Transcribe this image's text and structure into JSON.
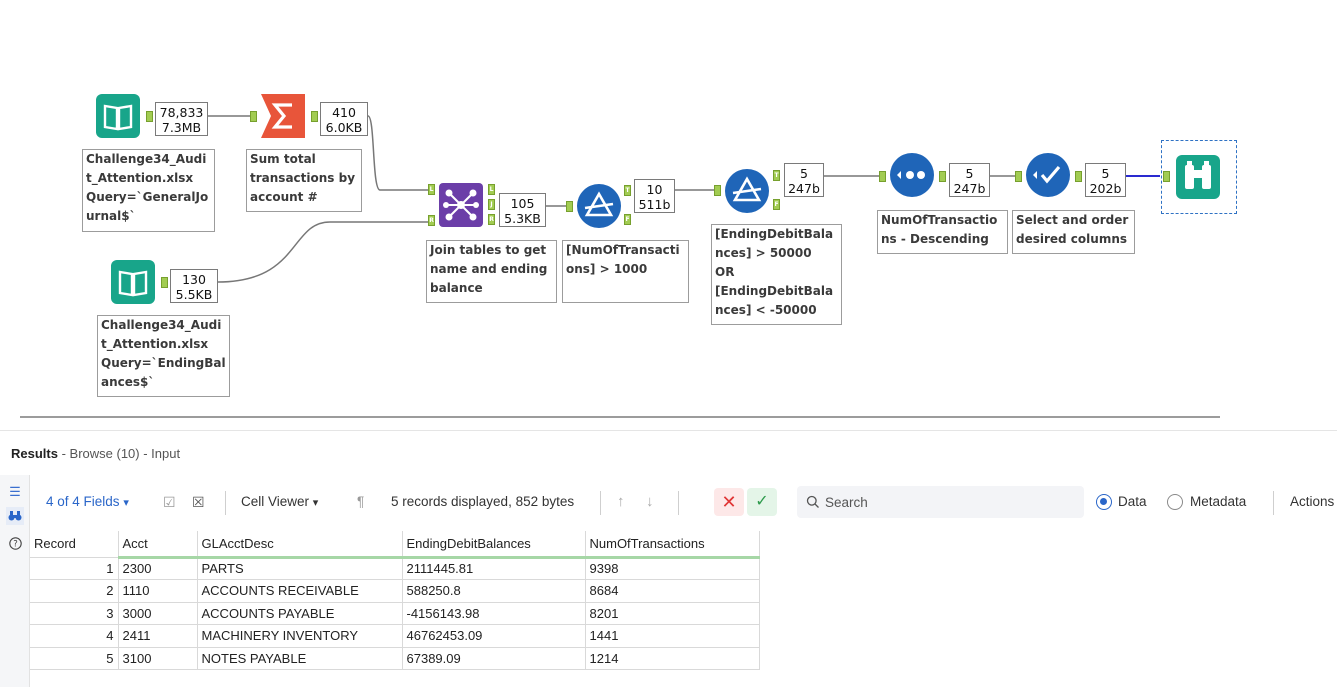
{
  "canvas": {
    "tools": {
      "input1": {
        "count": "78,833",
        "size": "7.3MB",
        "annotation": [
          "Challenge34_Audi",
          "t_Attention.xlsx",
          "Query=`GeneralJo",
          "urnal$`"
        ]
      },
      "summarize": {
        "count": "410",
        "size": "6.0KB",
        "annotation": [
          "Sum total",
          "transactions by",
          "account #"
        ]
      },
      "input2": {
        "count": "130",
        "size": "5.5KB",
        "annotation": [
          "Challenge34_Audi",
          "t_Attention.xlsx",
          "Query=`EndingBal",
          "ances$`"
        ]
      },
      "join": {
        "count": "105",
        "size": "5.3KB",
        "annotation": [
          "Join tables to get",
          "name and ending",
          "balance"
        ]
      },
      "filter1": {
        "count": "10",
        "size": "511b",
        "annotation": [
          "[NumOfTransacti",
          "ons] > 1000"
        ]
      },
      "filter2": {
        "count": "5",
        "size": "247b",
        "annotation": [
          "[EndingDebitBala",
          "nces] > 50000",
          "OR",
          "[EndingDebitBala",
          "nces] < -50000"
        ]
      },
      "sort": {
        "count": "5",
        "size": "247b",
        "annotation": [
          "NumOfTransactio",
          "ns - Descending"
        ]
      },
      "select": {
        "count": "5",
        "size": "202b",
        "annotation": [
          "Select and order",
          "desired columns"
        ]
      }
    },
    "anchors": {
      "L": "L",
      "R": "R",
      "J": "J",
      "T": "T",
      "F": "F"
    },
    "icons": {
      "input": "book-input-icon",
      "summarize": "sigma-icon",
      "join": "join-icon",
      "filter": "filter-icon",
      "sort": "sort-icon",
      "select": "select-check-icon",
      "browse": "binoculars-icon"
    },
    "colors": {
      "input": "#18a58a",
      "summarize": "#e8553a",
      "join": "#6b3ea8",
      "filter": "#1f65b8",
      "browse": "#18a58a",
      "anchor": "#a2cc52",
      "selection": "#2f72c4"
    }
  },
  "results": {
    "title": "Results",
    "subtitle": "- Browse (10) - Input",
    "toolbar": {
      "fields": "4 of 4 Fields",
      "cell_viewer": "Cell Viewer",
      "records_info": "5 records displayed, 852 bytes",
      "search_placeholder": "Search",
      "data_label": "Data",
      "metadata_label": "Metadata",
      "actions_label": "Actions"
    },
    "columns": [
      "Record",
      "Acct",
      "GLAcctDesc",
      "EndingDebitBalances",
      "NumOfTransactions"
    ],
    "rows": [
      [
        "1",
        "2300",
        "PARTS",
        "2111445.81",
        "9398"
      ],
      [
        "2",
        "1110",
        "ACCOUNTS RECEIVABLE",
        "588250.8",
        "8684"
      ],
      [
        "3",
        "3000",
        "ACCOUNTS PAYABLE",
        "-4156143.98",
        "8201"
      ],
      [
        "4",
        "2411",
        "MACHINERY INVENTORY",
        "46762453.09",
        "1441"
      ],
      [
        "5",
        "3100",
        "NOTES PAYABLE",
        "67389.09",
        "1214"
      ]
    ]
  }
}
